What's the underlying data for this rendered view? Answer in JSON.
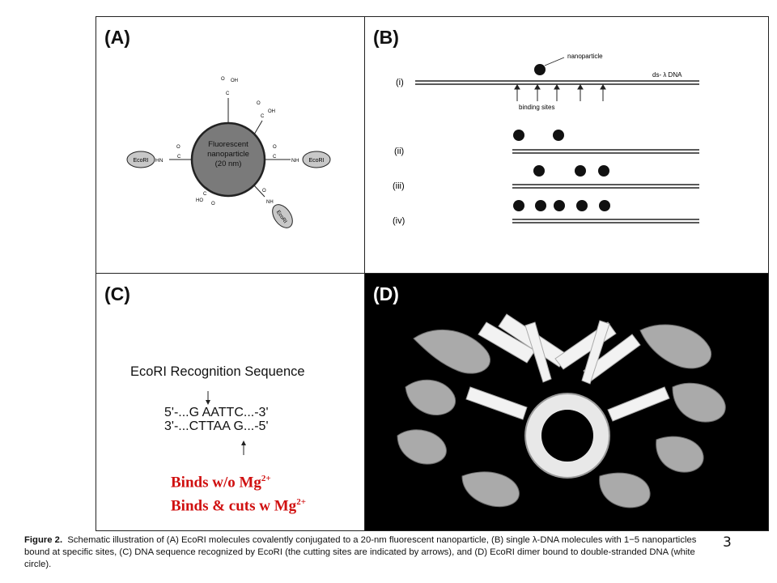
{
  "panels": {
    "a": {
      "label": "(A)",
      "core_line1": "Fluorescent",
      "core_line2": "nanoparticle",
      "core_line3": "(20 nm)",
      "enzyme": "EcoRI",
      "left_linker": "HN",
      "right_linker": "NH",
      "carbon": "C",
      "oxygen": "O",
      "oh": "OH",
      "ho": "HO"
    },
    "b": {
      "label": "(B)",
      "nanoparticle_label": "nanoparticle",
      "dna_label": "ds- λ DNA",
      "binding_sites_label": "binding sites",
      "rows": [
        "(i)",
        "(ii)",
        "(iii)",
        "(iv)"
      ]
    },
    "c": {
      "label": "(C)",
      "title": "EcoRI Recognition Sequence",
      "seq_top": "5'-...G AATTC...-3'",
      "seq_bottom": "3'-...CTTAA G...-5'",
      "note1_text": "Binds w/o Mg",
      "note1_sup": "2+",
      "note2_text": "Binds & cuts w Mg",
      "note2_sup": "2+"
    },
    "d": {
      "label": "(D)"
    }
  },
  "caption": {
    "prefix": "Figure 2.",
    "text": "Schematic illustration of (A) EcoRI molecules covalently conjugated to a 20-nm fluorescent nanoparticle, (B) single λ-DNA molecules with 1−5 nanoparticles bound at specific sites, (C) DNA sequence recognized by EcoRI (the cutting sites are indicated by arrows), and (D) EcoRI dimer bound to double-stranded DNA (white circle)."
  },
  "page_number": "3",
  "colors": {
    "note_red": "#d01010",
    "core_gray": "#7a7a7a",
    "enzyme_gray": "#c8c8c8"
  }
}
